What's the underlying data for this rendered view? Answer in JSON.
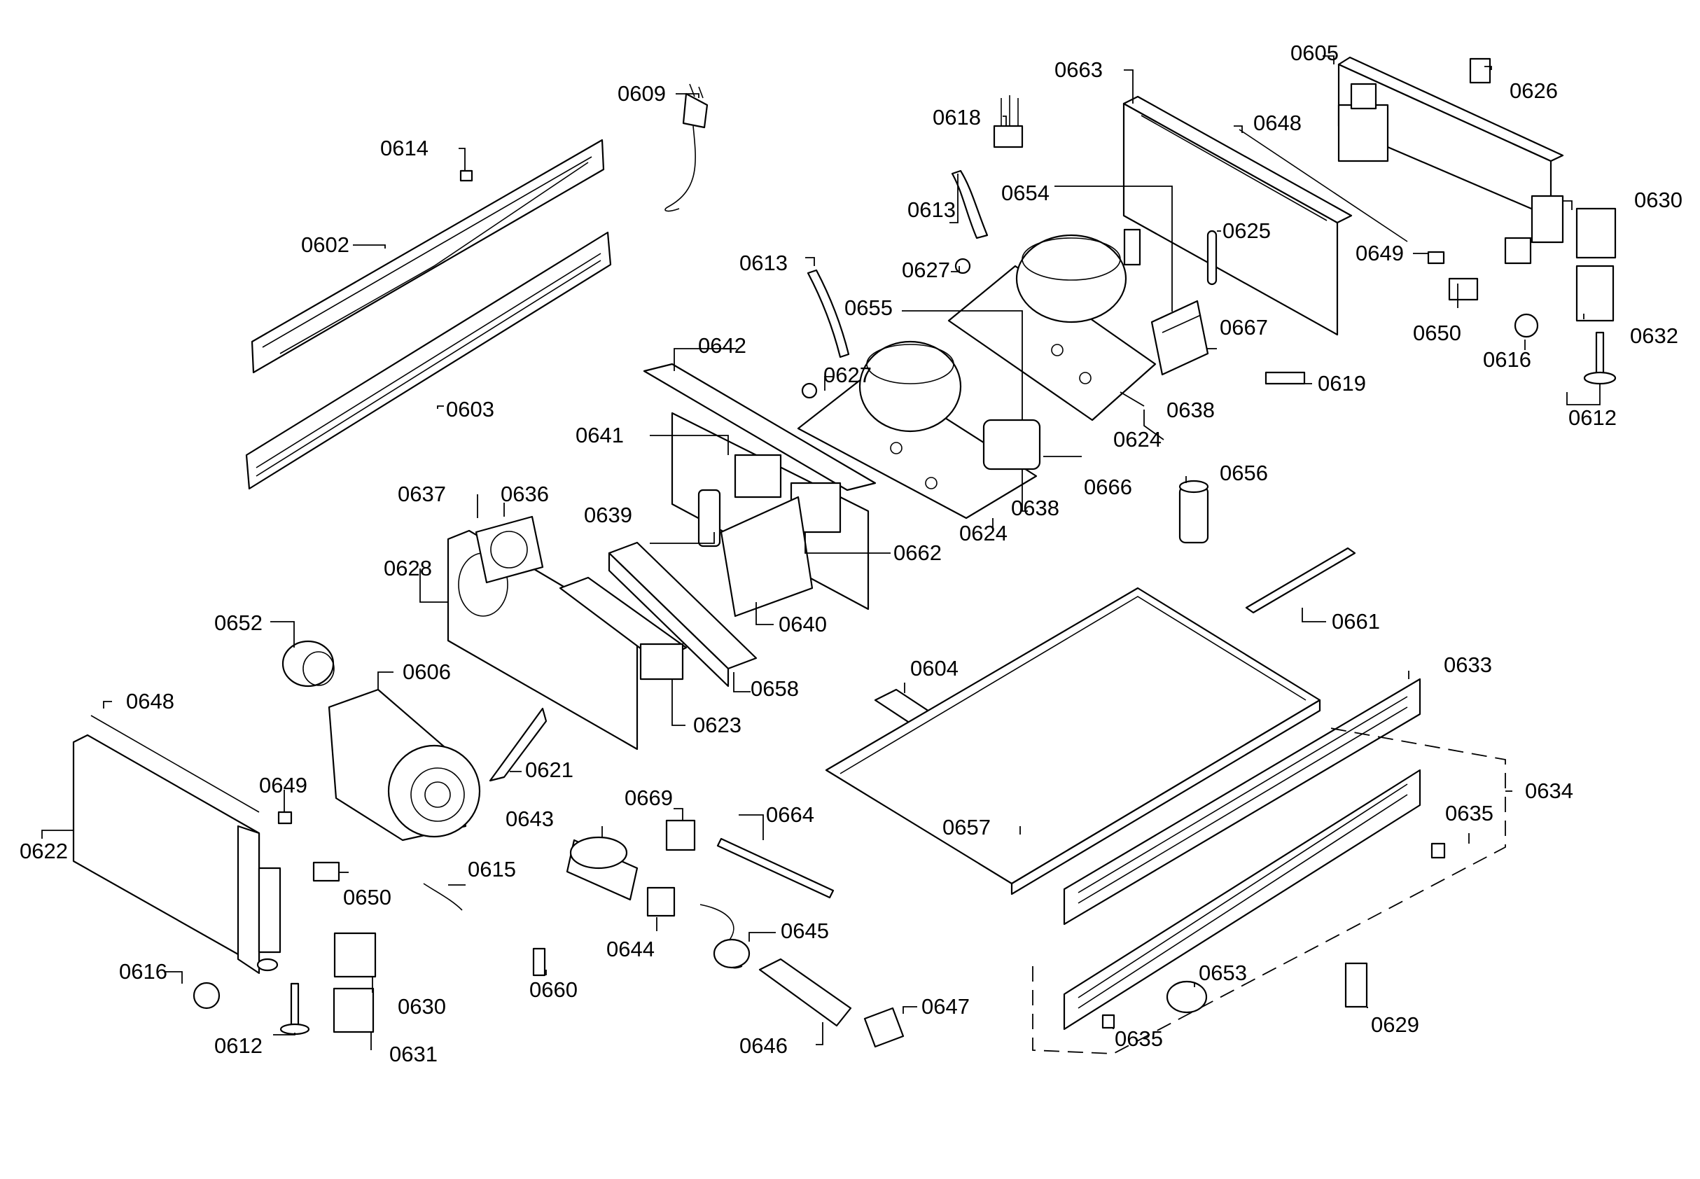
{
  "labels": {
    "l0602": "0602",
    "l0603": "0603",
    "l0604": "0604",
    "l0605": "0605",
    "l0606": "0606",
    "l0609": "0609",
    "l0612a": "0612",
    "l0612b": "0612",
    "l0613a": "0613",
    "l0613b": "0613",
    "l0614": "0614",
    "l0615": "0615",
    "l0616a": "0616",
    "l0616b": "0616",
    "l0618": "0618",
    "l0619": "0619",
    "l0621": "0621",
    "l0622": "0622",
    "l0623": "0623",
    "l0624a": "0624",
    "l0624b": "0624",
    "l0625": "0625",
    "l0626": "0626",
    "l0627a": "0627",
    "l0627b": "0627",
    "l0628": "0628",
    "l0629": "0629",
    "l0630a": "0630",
    "l0630b": "0630",
    "l0631": "0631",
    "l0632": "0632",
    "l0633": "0633",
    "l0634": "0634",
    "l0635a": "0635",
    "l0635b": "0635",
    "l0636": "0636",
    "l0637": "0637",
    "l0638a": "0638",
    "l0638b": "0638",
    "l0639": "0639",
    "l0640": "0640",
    "l0641": "0641",
    "l0642": "0642",
    "l0643": "0643",
    "l0644": "0644",
    "l0645": "0645",
    "l0646": "0646",
    "l0647": "0647",
    "l0648a": "0648",
    "l0648b": "0648",
    "l0649a": "0649",
    "l0649b": "0649",
    "l0650a": "0650",
    "l0650b": "0650",
    "l0652": "0652",
    "l0653": "0653",
    "l0654": "0654",
    "l0655": "0655",
    "l0656": "0656",
    "l0657": "0657",
    "l0658": "0658",
    "l0660": "0660",
    "l0661": "0661",
    "l0662": "0662",
    "l0663": "0663",
    "l0664": "0664",
    "l0666": "0666",
    "l0667": "0667",
    "l0669": "0669"
  }
}
